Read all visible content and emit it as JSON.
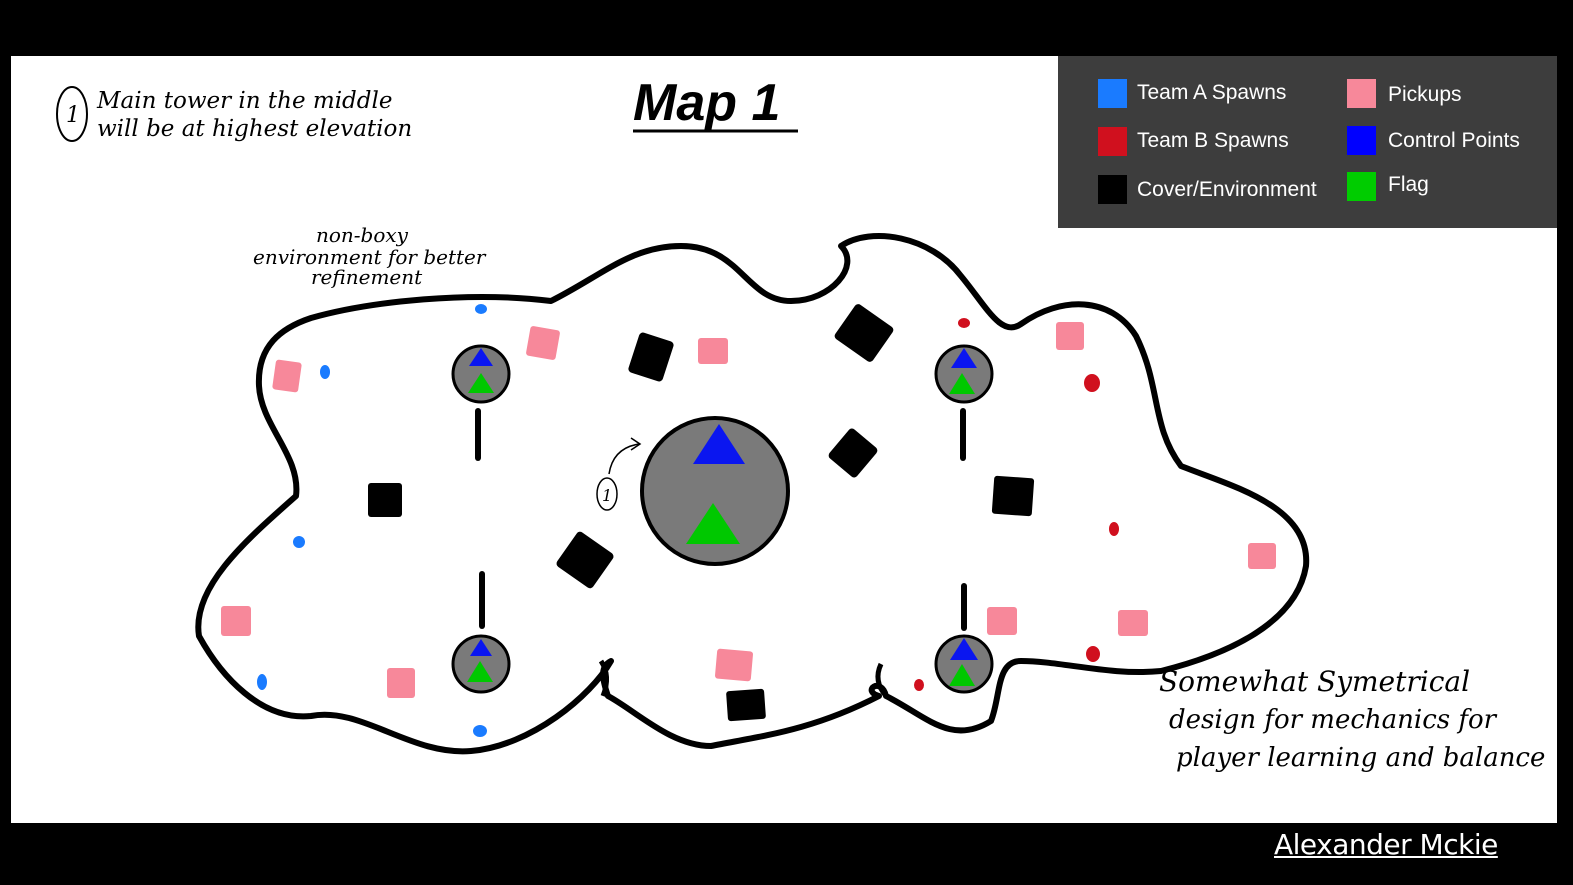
{
  "title": "Map 1",
  "notes": {
    "tower_marker": "1",
    "tower_line1": "Main tower in the middle",
    "tower_line2": "will be at highest elevation",
    "env_line1": "non-boxy",
    "env_line2": "environment for better",
    "env_line3": "refinement",
    "sym_line1": "Somewhat Symetrical",
    "sym_line2": "design for mechanics for",
    "sym_line3": "player learning and balance",
    "center_marker": "1"
  },
  "legend": {
    "items": [
      {
        "label": "Team A Spawns",
        "color": "#1a7bff",
        "icon": "team-a-spawn-swatch"
      },
      {
        "label": "Team B Spawns",
        "color": "#d0101e",
        "icon": "team-b-spawn-swatch"
      },
      {
        "label": "Cover/Environment",
        "color": "#000000",
        "icon": "cover-swatch"
      },
      {
        "label": "Pickups",
        "color": "#f7889a",
        "icon": "pickup-swatch"
      },
      {
        "label": "Control Points",
        "color": "#0000ff",
        "icon": "control-point-swatch"
      },
      {
        "label": "Flag",
        "color": "#00cc00",
        "icon": "flag-swatch"
      }
    ]
  },
  "colors": {
    "team_a": "#1a7bff",
    "team_b": "#d0101e",
    "cover": "#000000",
    "pickup": "#f7889a",
    "control_point": "#0a16f0",
    "flag": "#00c800",
    "tower": "#7a7a7a",
    "legend_bg": "#3d3d3d"
  },
  "author": "Alexander Mckie"
}
